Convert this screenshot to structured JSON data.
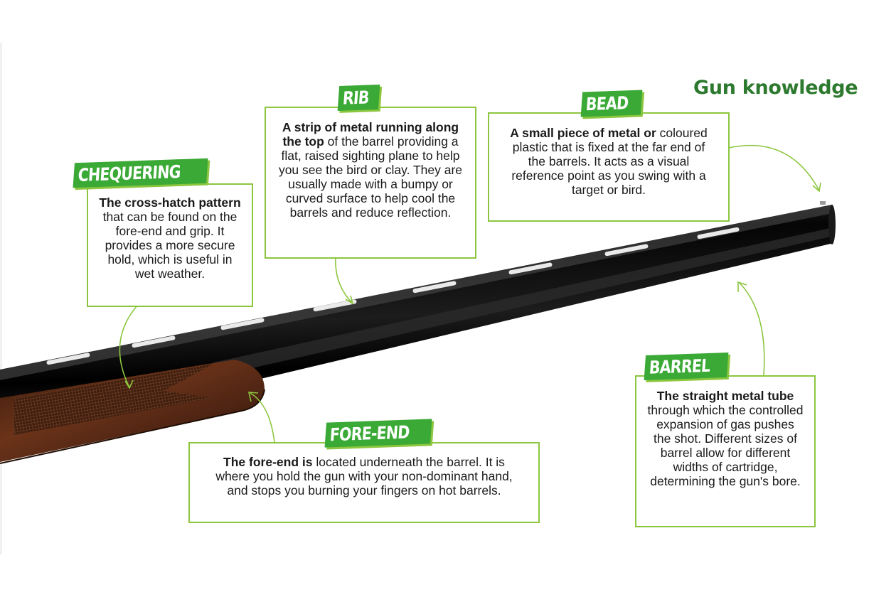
{
  "header": {
    "title": "Gun knowledge"
  },
  "labels": [
    {
      "id": "chequering",
      "tag": "CHEQUERING",
      "bold": "The cross-hatch pattern",
      "text": " that can be found on the fore-end and grip. It provides a more secure hold, which is useful in wet weather."
    },
    {
      "id": "rib",
      "tag": "RIB",
      "bold": "A strip of metal running along the top",
      "text": " of the barrel providing a flat, raised sighting plane to help you see the bird or clay. They are usually made with a bumpy or curved surface to help cool the barrels and reduce reflection."
    },
    {
      "id": "bead",
      "tag": "BEAD",
      "bold": "A small piece of metal or",
      "text": " coloured plastic that is fixed at the far end of the barrels. It acts as a visual reference point as you swing with a target or bird."
    },
    {
      "id": "foreend",
      "tag": "FORE-END",
      "bold": "The fore-end is",
      "text": " located underneath the barrel. It is where you hold the gun with your non-dominant hand, and stops you burning your fingers on hot barrels."
    },
    {
      "id": "barrel",
      "tag": "BARREL",
      "bold": "The straight metal tube",
      "text": " through which the controlled expansion of gas pushes the shot. Different sizes of barrel allow for different widths of cartridge, determining the gun's bore."
    }
  ],
  "colors": {
    "accent": "#3aa935",
    "border": "#8cc63f",
    "title": "#2d7a2f",
    "barrel": "#0d0d0d",
    "wood": "#4a2413"
  }
}
